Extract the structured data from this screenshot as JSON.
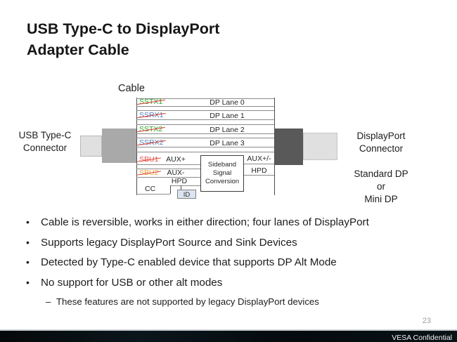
{
  "slide": {
    "title_line1": "USB Type-C to DisplayPort",
    "title_line2": "Adapter Cable",
    "page_number": "23",
    "footer_text": "VESA Confidential"
  },
  "diagram": {
    "cable_label": "Cable",
    "usb_connector_label": "USB Type-C\nConnector",
    "dp_connector_label": "DisplayPort\nConnector",
    "dp_connector_type": "Standard DP\nor\nMini DP",
    "strike_color": "#e0392c",
    "lanes": [
      {
        "usb": "SSTX1",
        "dp": "DP Lane 0",
        "color": "#2ba32b"
      },
      {
        "usb": "SSRX1",
        "dp": "DP Lane 1",
        "color": "#4f81bd"
      },
      {
        "usb": "SSTX2",
        "dp": "DP Lane 2",
        "color": "#2ba32b"
      },
      {
        "usb": "SSRX2",
        "dp": "DP Lane 3",
        "color": "#4f81bd"
      }
    ],
    "sideband": {
      "sbu1": "SBU1",
      "sbu1_color": "#e2544b",
      "aux_plus": "AUX+",
      "sbu2": "SBU2",
      "sbu2_color": "#f59e3f",
      "aux_minus": "AUX-",
      "hpd": "HPD",
      "cc": "CC",
      "id": "ID",
      "box_label": "Sideband\nSignal\nConversion",
      "aux_out": "AUX+/-",
      "hpd_out": "HPD"
    }
  },
  "bullets": {
    "items": [
      "Cable is reversible, works in either direction; four lanes of DisplayPort",
      "Supports legacy DisplayPort Source and Sink Devices",
      "Detected by Type-C enabled device that supports DP Alt Mode",
      "No support for USB or other alt modes"
    ],
    "sub_item": "These features are not supported by legacy DisplayPort devices"
  }
}
